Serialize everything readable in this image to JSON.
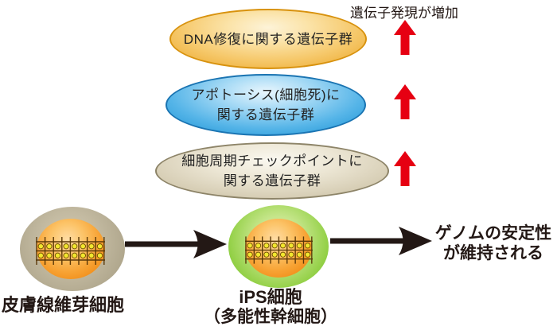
{
  "diagram": {
    "top_right_label": "遺伝子発現が増加",
    "gene_groups": [
      {
        "line1": "DNA修復に関する遺伝子群"
      },
      {
        "line1": "アポトーシス(細胞死)に",
        "line2": "関する遺伝子群"
      },
      {
        "line1": "細胞周期チェックポイントに",
        "line2": "関する遺伝子群"
      }
    ],
    "cells": {
      "fibroblast_label": "皮膚線維芽細胞",
      "ips_label": "iPS細胞",
      "ips_sublabel": "（多能性幹細胞）"
    },
    "result_line1": "ゲノムの安定性",
    "result_line2": "が維持される",
    "colors": {
      "red_arrow": "#e60012",
      "black_arrow": "#231815",
      "orange_ellipse": "#efb23f",
      "blue_ellipse": "#2b9cda",
      "tan_ellipse": "#cdc3a6",
      "fibroblast_body": "#ada48a",
      "ips_body": "#74c22c",
      "nucleus": "#f49a2a",
      "chromatin_dot": "#f2e72e",
      "chromatin_line": "#5a3808"
    }
  }
}
